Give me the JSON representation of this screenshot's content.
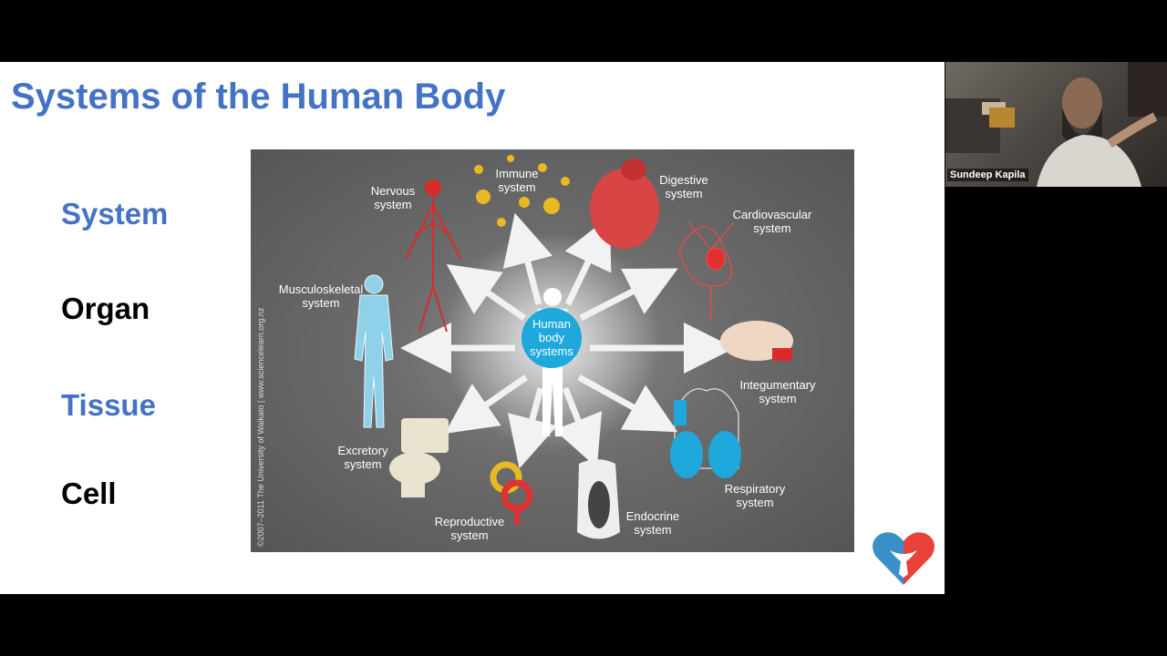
{
  "slide": {
    "title": "Systems of the Human Body",
    "levels": [
      {
        "label": "System",
        "color": "#4472c4"
      },
      {
        "label": "Organ",
        "color": "#000000"
      },
      {
        "label": "Tissue",
        "color": "#4472c4"
      },
      {
        "label": "Cell",
        "color": "#000000"
      }
    ]
  },
  "figure": {
    "center_label": "Human\nbody\nsystems",
    "credit": "©2007–2011 The University of Waikato | www.sciencelearn.org.nz",
    "systems": [
      {
        "label": "Nervous\nsystem"
      },
      {
        "label": "Immune\nsystem"
      },
      {
        "label": "Digestive\nsystem"
      },
      {
        "label": "Cardiovascular\nsystem"
      },
      {
        "label": "Musculoskeletal\nsystem"
      },
      {
        "label": "Integumentary\nsystem"
      },
      {
        "label": "Excretory\nsystem"
      },
      {
        "label": "Respiratory\nsystem"
      },
      {
        "label": "Reproductive\nsystem"
      },
      {
        "label": "Endocrine\nsystem"
      }
    ]
  },
  "video": {
    "participant_name": "Sundeep Kapila"
  },
  "colors": {
    "accent": "#4472c4",
    "figure_bg": "#6c6c6c",
    "logo_blue": "#3a8fc8",
    "logo_red": "#e8413a"
  }
}
